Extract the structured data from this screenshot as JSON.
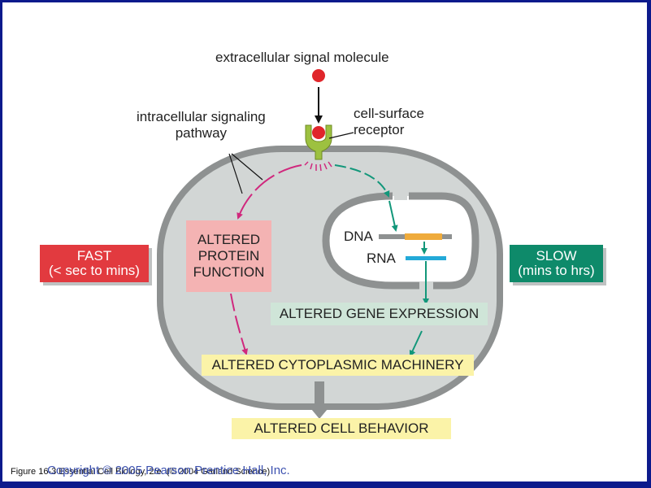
{
  "labels": {
    "signal_molecule": "extracellular signal molecule",
    "intracellular_pathway_line1": "intracellular signaling",
    "intracellular_pathway_line2": "pathway",
    "receptor_line1": "cell-surface",
    "receptor_line2": "receptor",
    "dna": "DNA",
    "rna": "RNA"
  },
  "boxes": {
    "fast_line1": "FAST",
    "fast_line2": "(< sec to mins)",
    "slow_line1": "SLOW",
    "slow_line2": "(mins to hrs)",
    "protein_line1": "ALTERED",
    "protein_line2": "PROTEIN",
    "protein_line3": "FUNCTION",
    "gene_expression": "ALTERED GENE EXPRESSION",
    "cytoplasmic": "ALTERED CYTOPLASMIC MACHINERY",
    "cell_behavior": "ALTERED CELL BEHAVIOR"
  },
  "footer": {
    "caption": "Figure 16-3  Essential Cell Biology, 2/e. (© 2004 Garland Science)",
    "copyright": "Copyright © 2005 Pearson Prentice Hall, Inc."
  },
  "colors": {
    "fast": "#e23a3f",
    "slow": "#0e8a6a",
    "protein_box": "#f4b3b3",
    "gene_box": "#cfe5d8",
    "yellow_box": "#fbf3a8",
    "cell": "#d2d6d5",
    "membrane": "#8e9191",
    "magenta": "#d0287d",
    "teal": "#12977a",
    "signal": "#e0262b",
    "receptor": "#9dc140"
  }
}
